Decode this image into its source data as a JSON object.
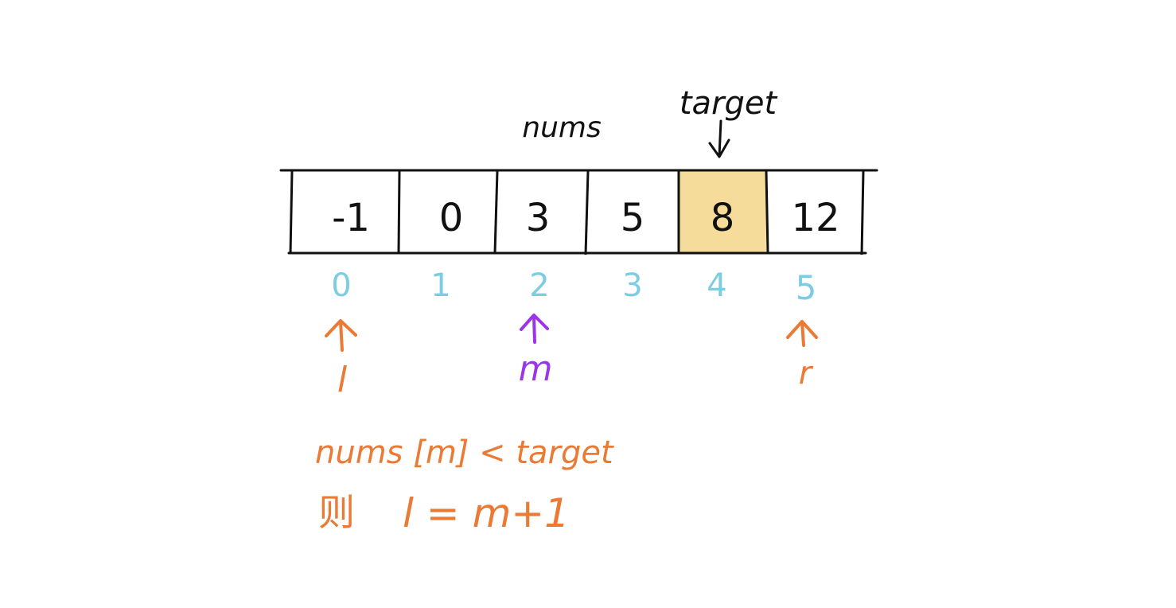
{
  "labels": {
    "array_name": "nums",
    "target": "target",
    "condition": "nums [m] < target",
    "update_prefix": "则",
    "update": "l = m+1"
  },
  "array": {
    "values": [
      "-1",
      "0",
      "3",
      "5",
      "8",
      "12"
    ],
    "indices": [
      "0",
      "1",
      "2",
      "3",
      "4",
      "5"
    ],
    "highlight_index": 4
  },
  "pointers": {
    "l": {
      "label": "l",
      "index": 0
    },
    "m": {
      "label": "m",
      "index": 2
    },
    "r": {
      "label": "r",
      "index": 5
    }
  },
  "colors": {
    "ink": "#111111",
    "index": "#7ccde3",
    "highlight": "#f6dc9a",
    "orange": "#ea7a34",
    "purple": "#9a36e8"
  }
}
